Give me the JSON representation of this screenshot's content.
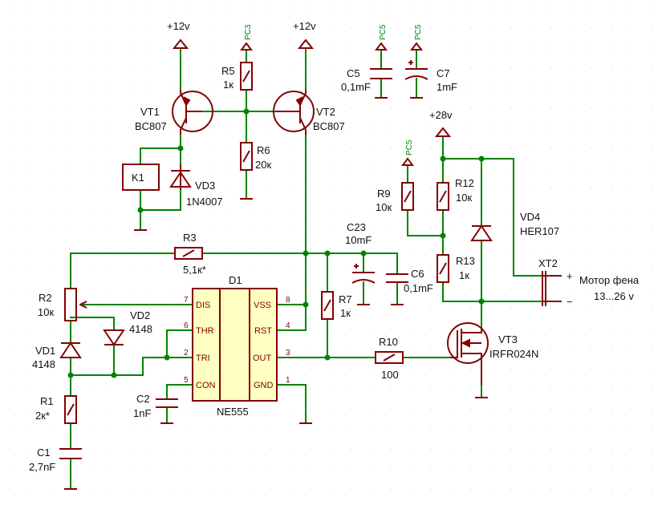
{
  "power": {
    "vt1_supply": "+12v",
    "vt2_supply": "+12v",
    "vd4_supply": "+28v",
    "r5_rail": "PC3",
    "c5_rail": "PC5",
    "c7_rail": "PC5",
    "r9_rail": "PC5"
  },
  "components": {
    "vt1": {
      "ref": "VT1",
      "value": "BC807"
    },
    "vt2": {
      "ref": "VT2",
      "value": "BC807"
    },
    "vt3": {
      "ref": "VT3",
      "value": "IRFR024N"
    },
    "r1": {
      "ref": "R1",
      "value": "2к*"
    },
    "r2": {
      "ref": "R2",
      "value": "10к"
    },
    "r3": {
      "ref": "R3",
      "value": "5,1к*"
    },
    "r5": {
      "ref": "R5",
      "value": "1к"
    },
    "r6": {
      "ref": "R6",
      "value": "20к"
    },
    "r7": {
      "ref": "R7",
      "value": "1к"
    },
    "r9": {
      "ref": "R9",
      "value": "10к"
    },
    "r10": {
      "ref": "R10",
      "value": "100"
    },
    "r12": {
      "ref": "R12",
      "value": "10к"
    },
    "r13": {
      "ref": "R13",
      "value": "1к"
    },
    "c1": {
      "ref": "C1",
      "value": "2,7nF"
    },
    "c2": {
      "ref": "C2",
      "value": "1nF"
    },
    "c5": {
      "ref": "C5",
      "value": "0,1mF"
    },
    "c6": {
      "ref": "C6",
      "value": "0,1mF"
    },
    "c7": {
      "ref": "C7",
      "value": "1mF"
    },
    "c23": {
      "ref": "C23",
      "value": "10mF"
    },
    "vd1": {
      "ref": "VD1",
      "value": "4148"
    },
    "vd2": {
      "ref": "VD2",
      "value": "4148"
    },
    "vd3": {
      "ref": "VD3",
      "value": "1N4007"
    },
    "vd4": {
      "ref": "VD4",
      "value": "HER107"
    },
    "k1": {
      "ref": "K1"
    },
    "xt2": {
      "ref": "XT2"
    }
  },
  "ic": {
    "ref": "D1",
    "value": "NE555",
    "pins_left": [
      {
        "num": "7",
        "name": "DIS"
      },
      {
        "num": "6",
        "name": "THR"
      },
      {
        "num": "2",
        "name": "TRI"
      },
      {
        "num": "5",
        "name": "CON"
      }
    ],
    "pins_right": [
      {
        "num": "8",
        "name": "VSS"
      },
      {
        "num": "4",
        "name": "RST"
      },
      {
        "num": "3",
        "name": "OUT"
      },
      {
        "num": "1",
        "name": "GND"
      }
    ]
  },
  "connector": {
    "plus": "+",
    "minus": "−",
    "label": "Мотор фена",
    "voltage": "13...26 v"
  }
}
